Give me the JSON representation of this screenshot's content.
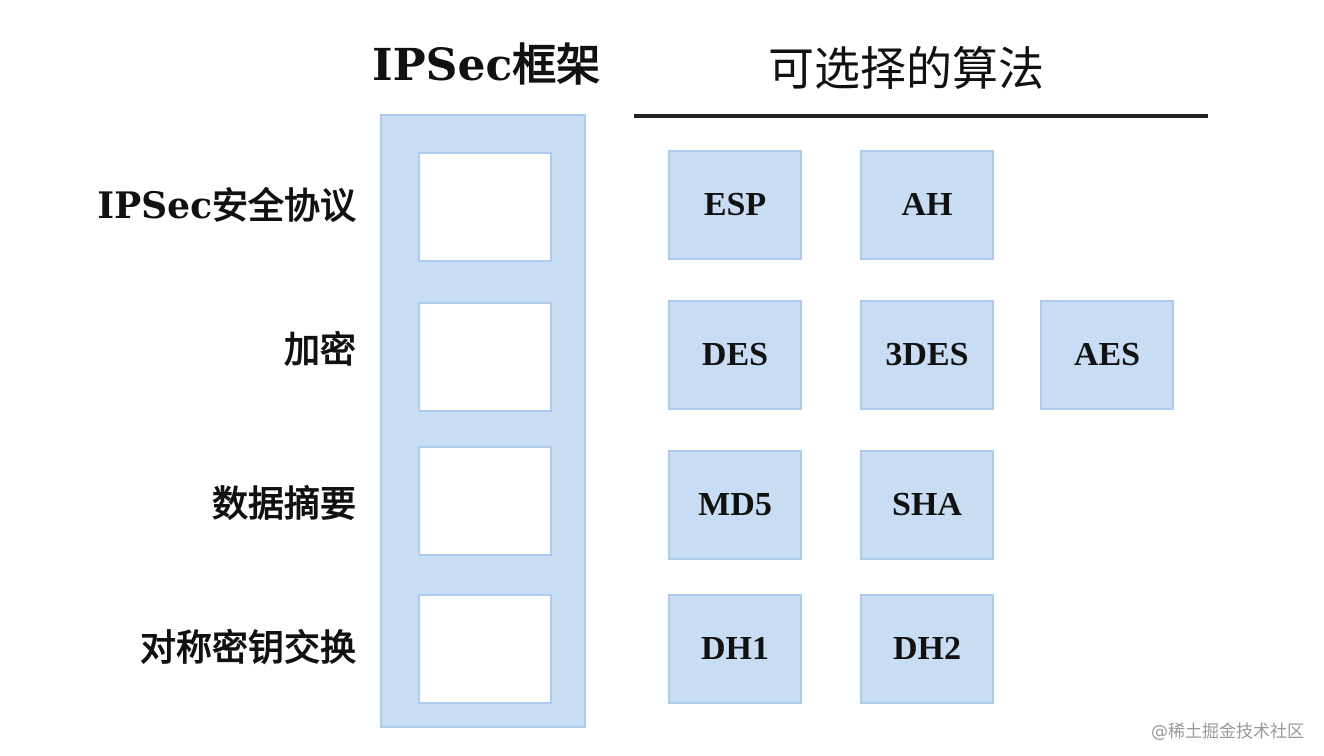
{
  "framework": {
    "title": "IPSec框架"
  },
  "algorithms": {
    "title": "可选择的算法"
  },
  "rows": [
    {
      "label": "IPSec安全协议",
      "options": [
        "ESP",
        "AH"
      ]
    },
    {
      "label": "加密",
      "options": [
        "DES",
        "3DES",
        "AES"
      ]
    },
    {
      "label": "数据摘要",
      "options": [
        "MD5",
        "SHA"
      ]
    },
    {
      "label": "对称密钥交换",
      "options": [
        "DH1",
        "DH2"
      ]
    }
  ],
  "watermark": "@稀土掘金技术社区",
  "colors": {
    "box_fill": "#c8dcf3",
    "box_border": "#aecbed",
    "text": "#111111",
    "rule": "#222222"
  }
}
